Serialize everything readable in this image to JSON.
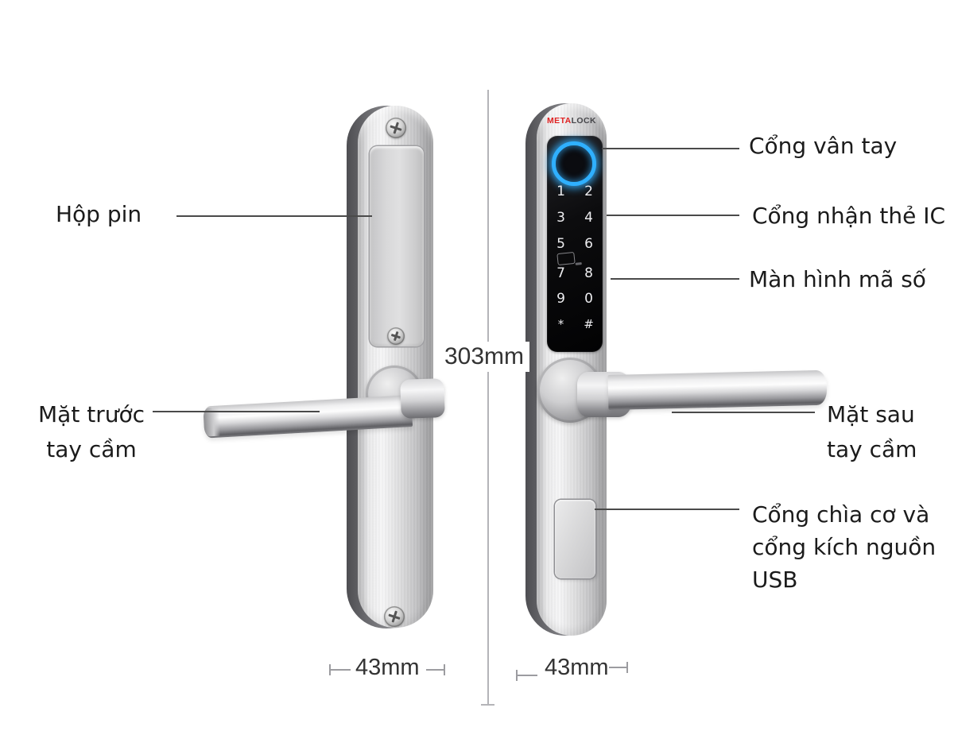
{
  "brand": {
    "part1": "META",
    "part2": "LOCK"
  },
  "keypad": {
    "keys": [
      "1",
      "2",
      "3",
      "4",
      "5",
      "6",
      "7",
      "8",
      "9",
      "0",
      "*",
      "#"
    ]
  },
  "labels": {
    "battery": "Hộp pin",
    "front_handle_line1": "Mặt trước",
    "front_handle_line2": "tay cầm",
    "fingerprint": "Cổng vân tay",
    "ic_card": "Cổng nhận thẻ IC",
    "code_screen": "Màn hình mã số",
    "rear_handle_line1": "Mặt sau",
    "rear_handle_line2": "tay cầm",
    "key_usb_line1": "Cổng chìa cơ và",
    "key_usb_line2": "cổng kích nguồn",
    "key_usb_line3": "USB"
  },
  "dimensions": {
    "height": "303mm",
    "width_left": "43mm",
    "width_right": "43mm"
  },
  "colors": {
    "brand_red": "#e02222",
    "brand_dark": "#46464a",
    "fingerprint_glow": "#2fb0ff",
    "label_text": "#1b1b1b",
    "dimension_text": "#333333",
    "leader_line": "#4a4a4a",
    "dimension_line": "#b4b4b8"
  }
}
